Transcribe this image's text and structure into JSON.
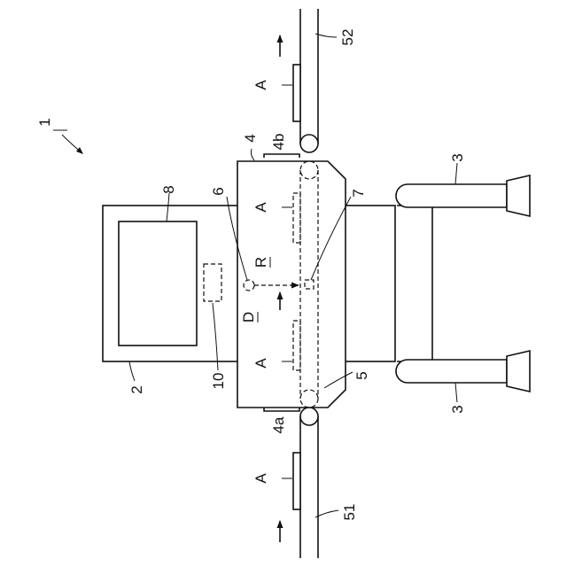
{
  "figure": {
    "ref_1": "1",
    "ref_2": "2",
    "ref_3_top": "3",
    "ref_3_bottom": "3",
    "ref_4": "4",
    "ref_4a": "4a",
    "ref_4b": "4b",
    "ref_5": "5",
    "ref_6": "6",
    "ref_7": "7",
    "ref_8": "8",
    "ref_10": "10",
    "ref_51": "51",
    "ref_52": "52",
    "article_top": "A",
    "article_left": "A",
    "article_right": "A",
    "article_bottom": "A",
    "direction_d": "D",
    "region_r": "R"
  }
}
